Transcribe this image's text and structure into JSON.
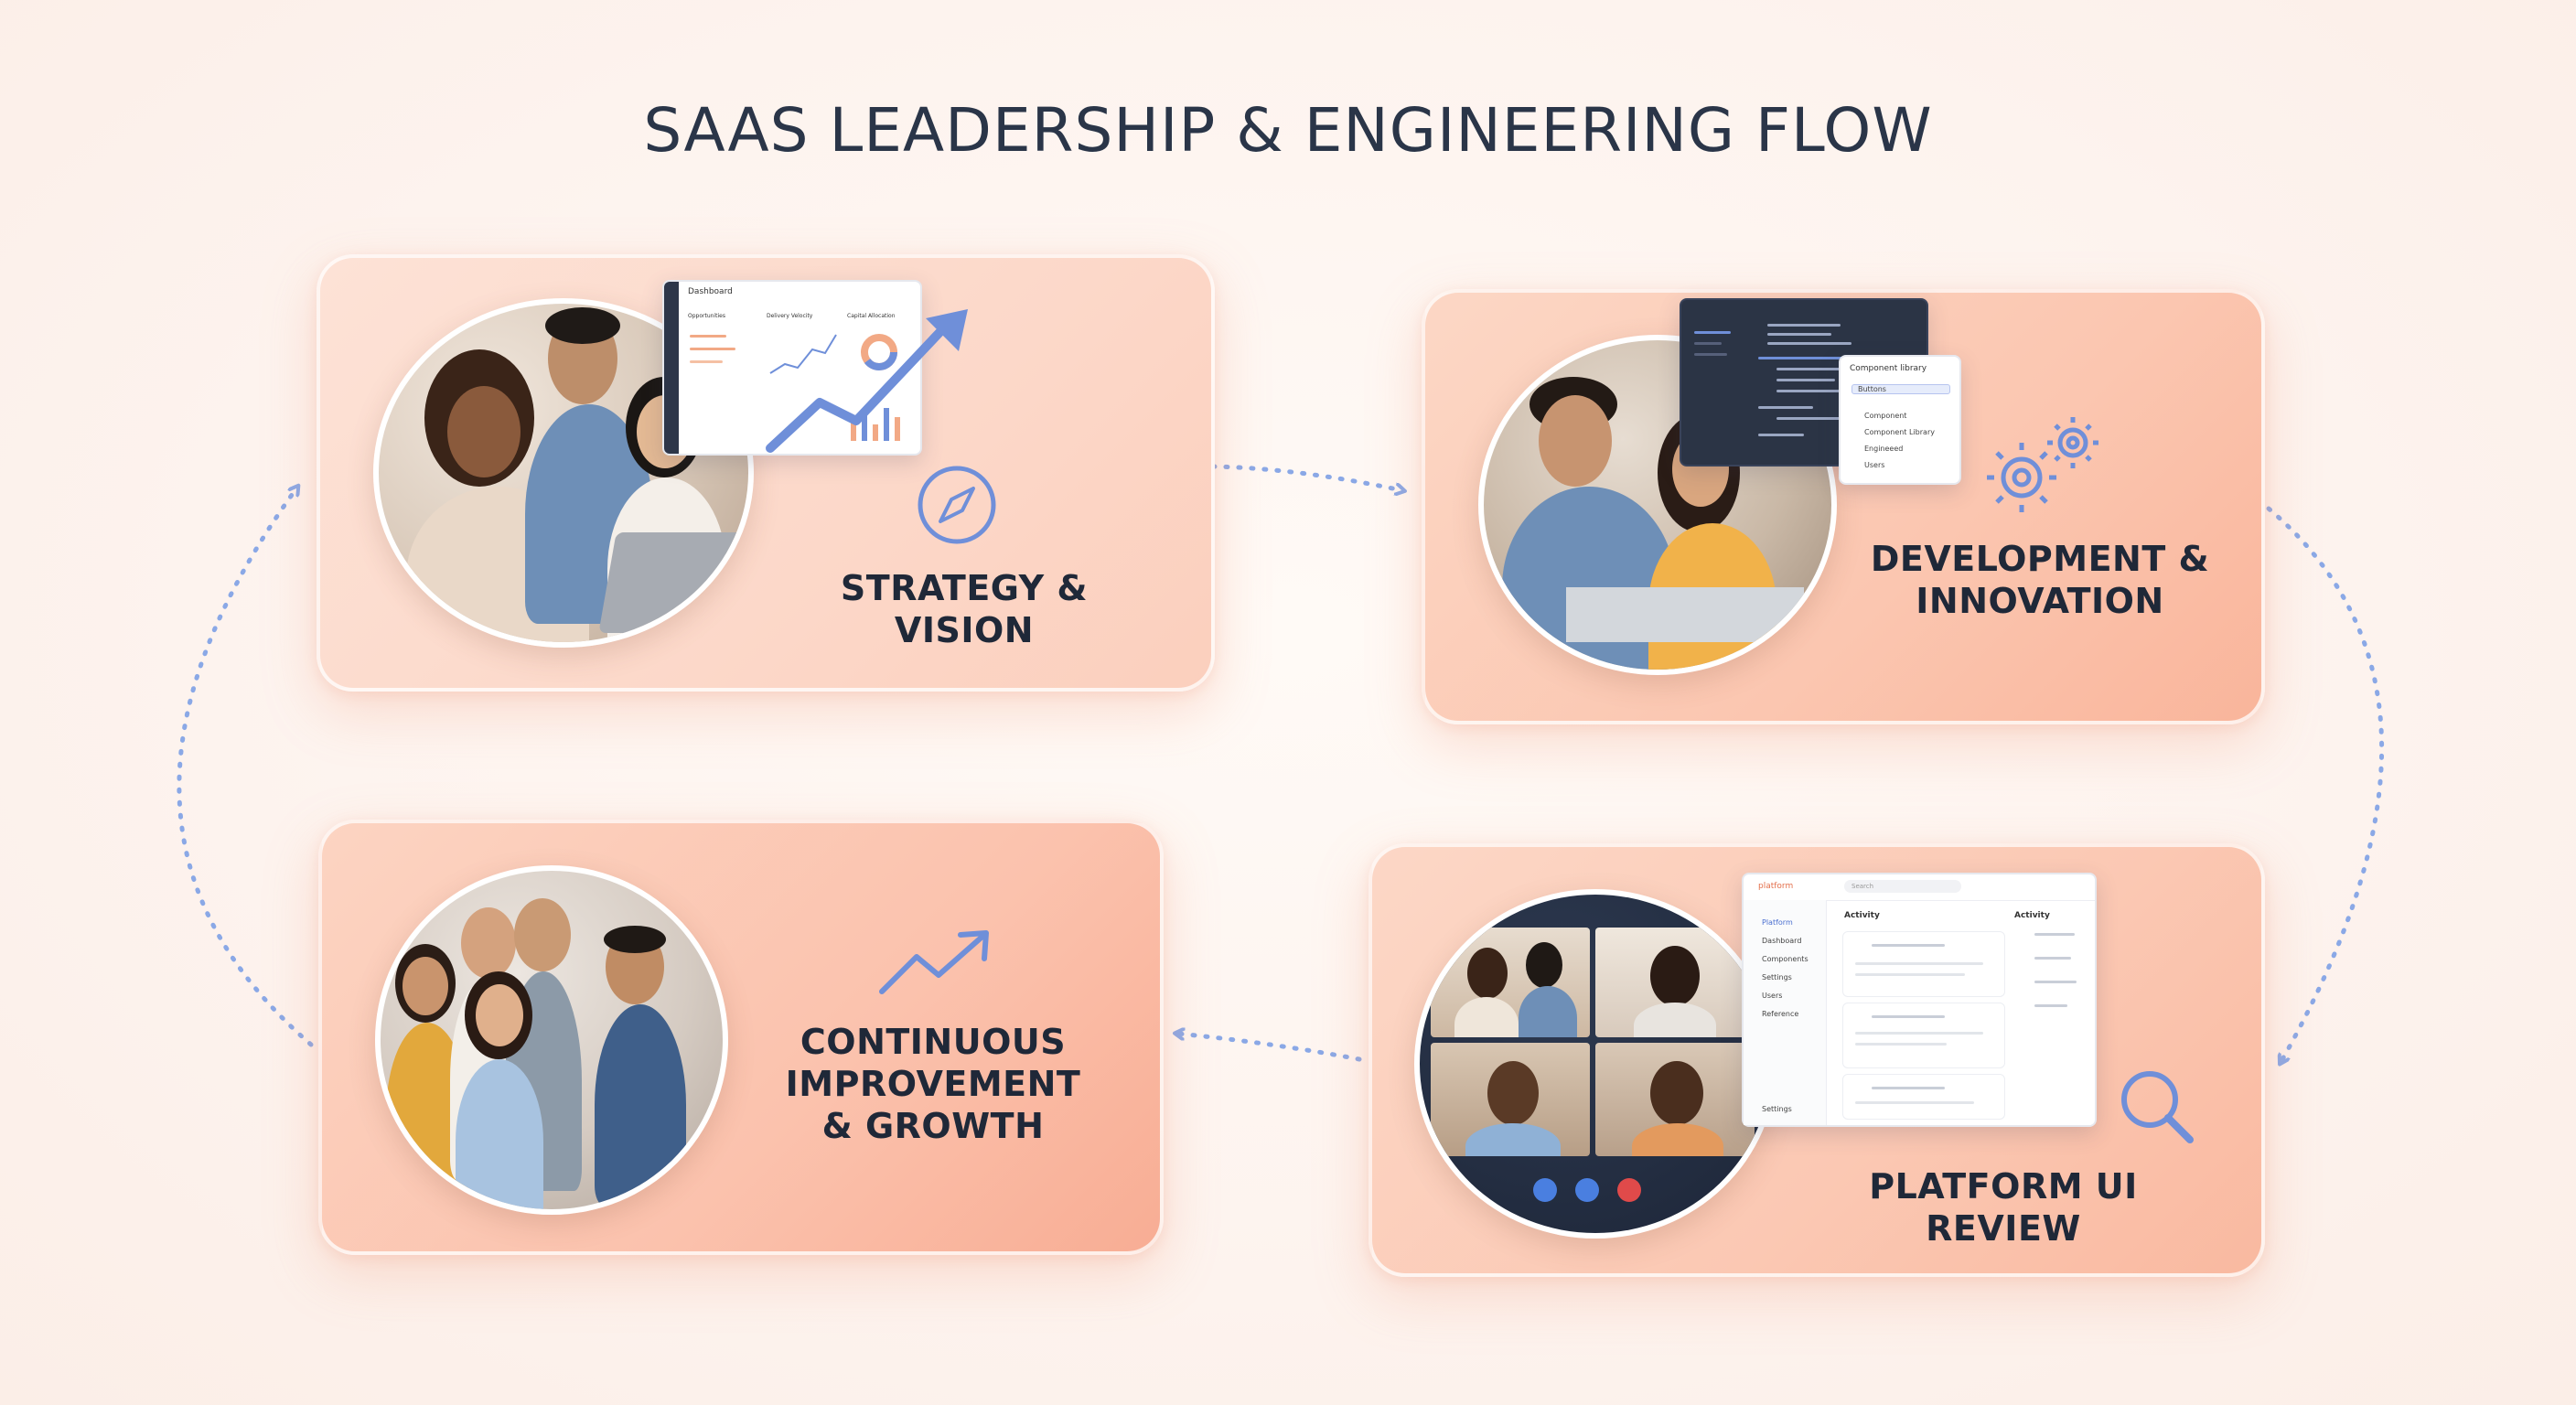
{
  "title": "SAAS LEADERSHIP & ENGINEERING FLOW",
  "steps": [
    {
      "label_lines": [
        "STRATEGY & VISION"
      ],
      "icon": "compass-icon"
    },
    {
      "label_lines": [
        "DEVELOPMENT &",
        "INNOVATION"
      ],
      "icon": "gears-icon"
    },
    {
      "label_lines": [
        "PLATFORM UI REVIEW"
      ],
      "icon": "magnifier-icon"
    },
    {
      "label_lines": [
        "CONTINUOUS",
        "IMPROVEMENT",
        "& GROWTH"
      ],
      "icon": "trend-up-icon"
    }
  ],
  "panels": {
    "dashboard": {
      "title": "Dashboard",
      "cols": [
        "Opportunities",
        "Delivery Velocity",
        "Capital Allocation"
      ]
    },
    "component_library": {
      "title": "Component library",
      "search": "Buttons",
      "items": [
        "Component",
        "Component Library",
        "Engineeed",
        "Users"
      ]
    },
    "platform": {
      "brand": "platform",
      "search": "Search",
      "nav": [
        "Platform",
        "Dashboard",
        "Components",
        "Settings",
        "Users",
        "Reference"
      ],
      "footer": "Settings",
      "activity_title": "Activity",
      "side_title": "Activity"
    }
  },
  "colors": {
    "accent_blue": "#6f8fd9",
    "arrow_blue": "#8aa8e6",
    "title": "#2a3548"
  }
}
